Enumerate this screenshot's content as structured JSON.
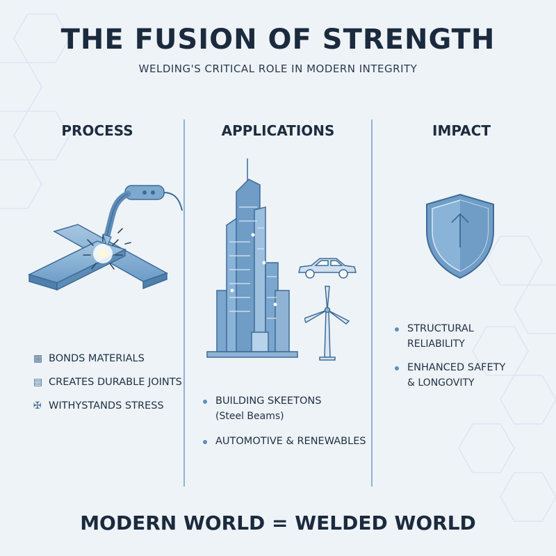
{
  "title": "THE FUSION OF STRENGTH",
  "subtitle": "WELDING'S CRITICAL ROLE IN MODERN INTEGRITY",
  "columns": {
    "process": {
      "heading": "PROCESS",
      "items": [
        {
          "icon": "bonds-icon",
          "label": "BONDS MATERIALS"
        },
        {
          "icon": "joint-icon",
          "label": "CREATES DURABLE JOINTS"
        },
        {
          "icon": "tools-icon",
          "label": "WITHYSTANDS STRESS"
        }
      ]
    },
    "applications": {
      "heading": "APPLICATIONS",
      "items": [
        {
          "label": "BUILDING SKEETONS",
          "sub": "(Steel Beams)"
        },
        {
          "label": "AUTOMOTIVE & RENEWABLES"
        }
      ]
    },
    "impact": {
      "heading": "IMPACT",
      "items": [
        {
          "label": "STRUCTURAL",
          "sub": "RELIABILITY"
        },
        {
          "label": "ENHANCED SAFETY",
          "sub": "& LONGOVITY"
        }
      ]
    }
  },
  "footer": "MODERN WORLD = WELDED WORLD",
  "colors": {
    "background": "#eef3f8",
    "accent": "#5f8fb8",
    "text": "#1d2c3f",
    "divider": "#8fb3d0"
  }
}
